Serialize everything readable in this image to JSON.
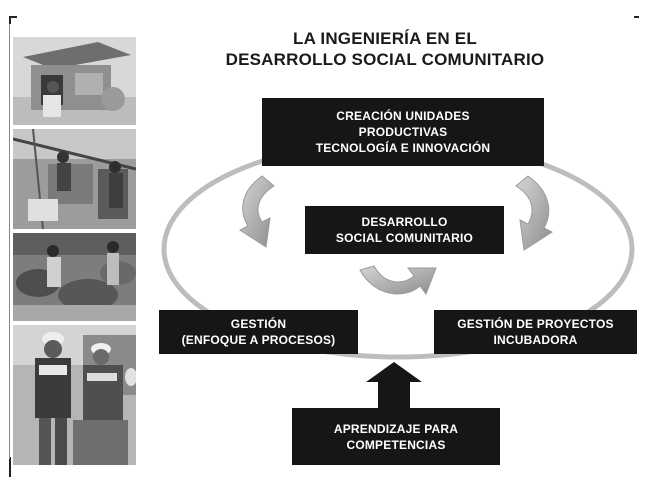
{
  "title": {
    "line1": "LA INGENIERÍA EN EL",
    "line2": "DESARROLLO SOCIAL COMUNITARIO"
  },
  "boxes": {
    "top": {
      "line1": "CREACIÓN UNIDADES",
      "line2": "PRODUCTIVAS",
      "line3": "TECNOLOGÍA E INNOVACIÓN"
    },
    "center": {
      "line1": "DESARROLLO",
      "line2": "SOCIAL COMUNITARIO"
    },
    "left": {
      "line1": "GESTIÓN",
      "line2": "(ENFOQUE A PROCESOS)"
    },
    "right": {
      "line1": "GESTIÓN DE PROYECTOS",
      "line2": "INCUBADORA"
    },
    "bottom": {
      "line1": "APRENDIZAJE PARA",
      "line2": "COMPETENCIAS"
    }
  },
  "colors": {
    "box_fill": "#161616",
    "box_text": "#ffffff",
    "ellipse": "#bdbdbd",
    "curved_arrows": "#a9a9a9"
  }
}
